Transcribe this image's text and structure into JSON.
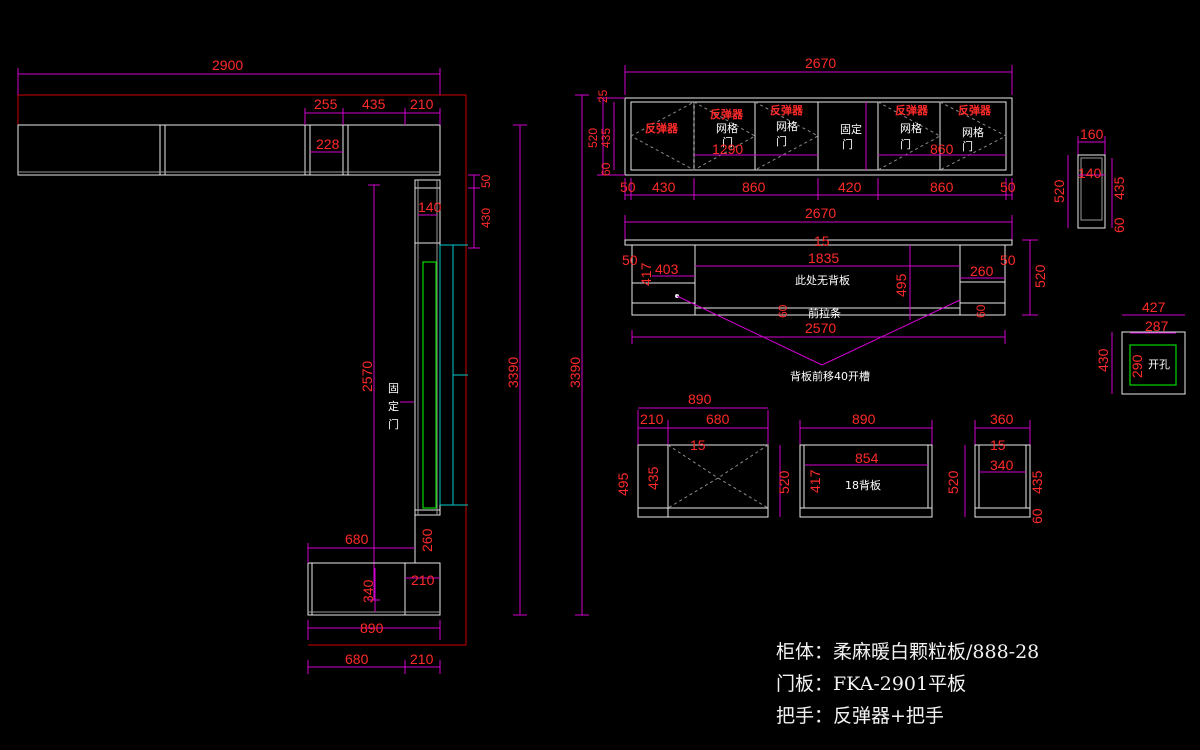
{
  "plan": {
    "top_width": "2900",
    "top_seg_a": "255",
    "top_seg_b": "435",
    "top_seg_c": "210",
    "top_inner": "228",
    "right_top_a": "50",
    "right_top_b": "430",
    "right_inner_w": "140",
    "vertical_main": "2570",
    "fixed_door": [
      "固",
      "定",
      "门"
    ],
    "total_h_1": "3390",
    "total_h_2": "3390",
    "bottom_w1": "680",
    "bottom_w2": "260",
    "bottom_d1": "340",
    "bottom_d2": "210",
    "bottom_total": "890",
    "base_a": "680",
    "base_b": "210"
  },
  "upper_elev": {
    "width": "2670",
    "h_a": "25",
    "h_b": "520",
    "h_c": "435",
    "h_d": "60",
    "bottom_dims": [
      "50",
      "430",
      "860",
      "420",
      "860",
      "50"
    ],
    "inner_1290": "1290",
    "inner_860": "860",
    "door_labels": {
      "reb1": "反弹器",
      "reb2": "反弹器",
      "reb3": "反弹器",
      "reb4": "反弹器",
      "reb5": "反弹器",
      "grid1": "网格",
      "grid1b": "门",
      "grid2": "网格",
      "grid2b": "门",
      "grid3": "网格",
      "grid3b": "门",
      "grid4": "网格",
      "grid4b": "门",
      "fixed": "固定",
      "fixedb": "门"
    }
  },
  "side_small": {
    "w": "160",
    "inner": "140",
    "h": "520",
    "h_b": "435",
    "h_c": "60"
  },
  "lower_elev": {
    "width": "2670",
    "top_mark": "15",
    "inner": "1835",
    "left_a": "50",
    "left_b": "417",
    "left_c": "403",
    "right_a": "50",
    "right_b": "260",
    "mid_h": "495",
    "h_total": "520",
    "no_back": "此处无背板",
    "front_rail": "前拉条",
    "kick_a": "60",
    "kick_b": "60",
    "base_w": "2570",
    "groove_note": "背板前移40开槽"
  },
  "hole_detail": {
    "w": "427",
    "inner": "287",
    "h": "430",
    "inner_h": "290",
    "label": "开孔"
  },
  "cab_left": {
    "w": "890",
    "a": "210",
    "b": "680",
    "top": "15",
    "h": "495",
    "h_b": "435",
    "h_c": "520"
  },
  "cab_mid": {
    "w": "890",
    "inner": "854",
    "h": "417",
    "label": "18背板",
    "h_total": "520"
  },
  "cab_right": {
    "w": "360",
    "top": "15",
    "inner": "340",
    "h": "520",
    "h_b": "435",
    "h_c": "60"
  },
  "legend": {
    "line1": "柜体：柔麻暖白颗粒板/888-28",
    "line2": "门板：FKA-2901平板",
    "line3": "把手：反弹器+把手"
  }
}
